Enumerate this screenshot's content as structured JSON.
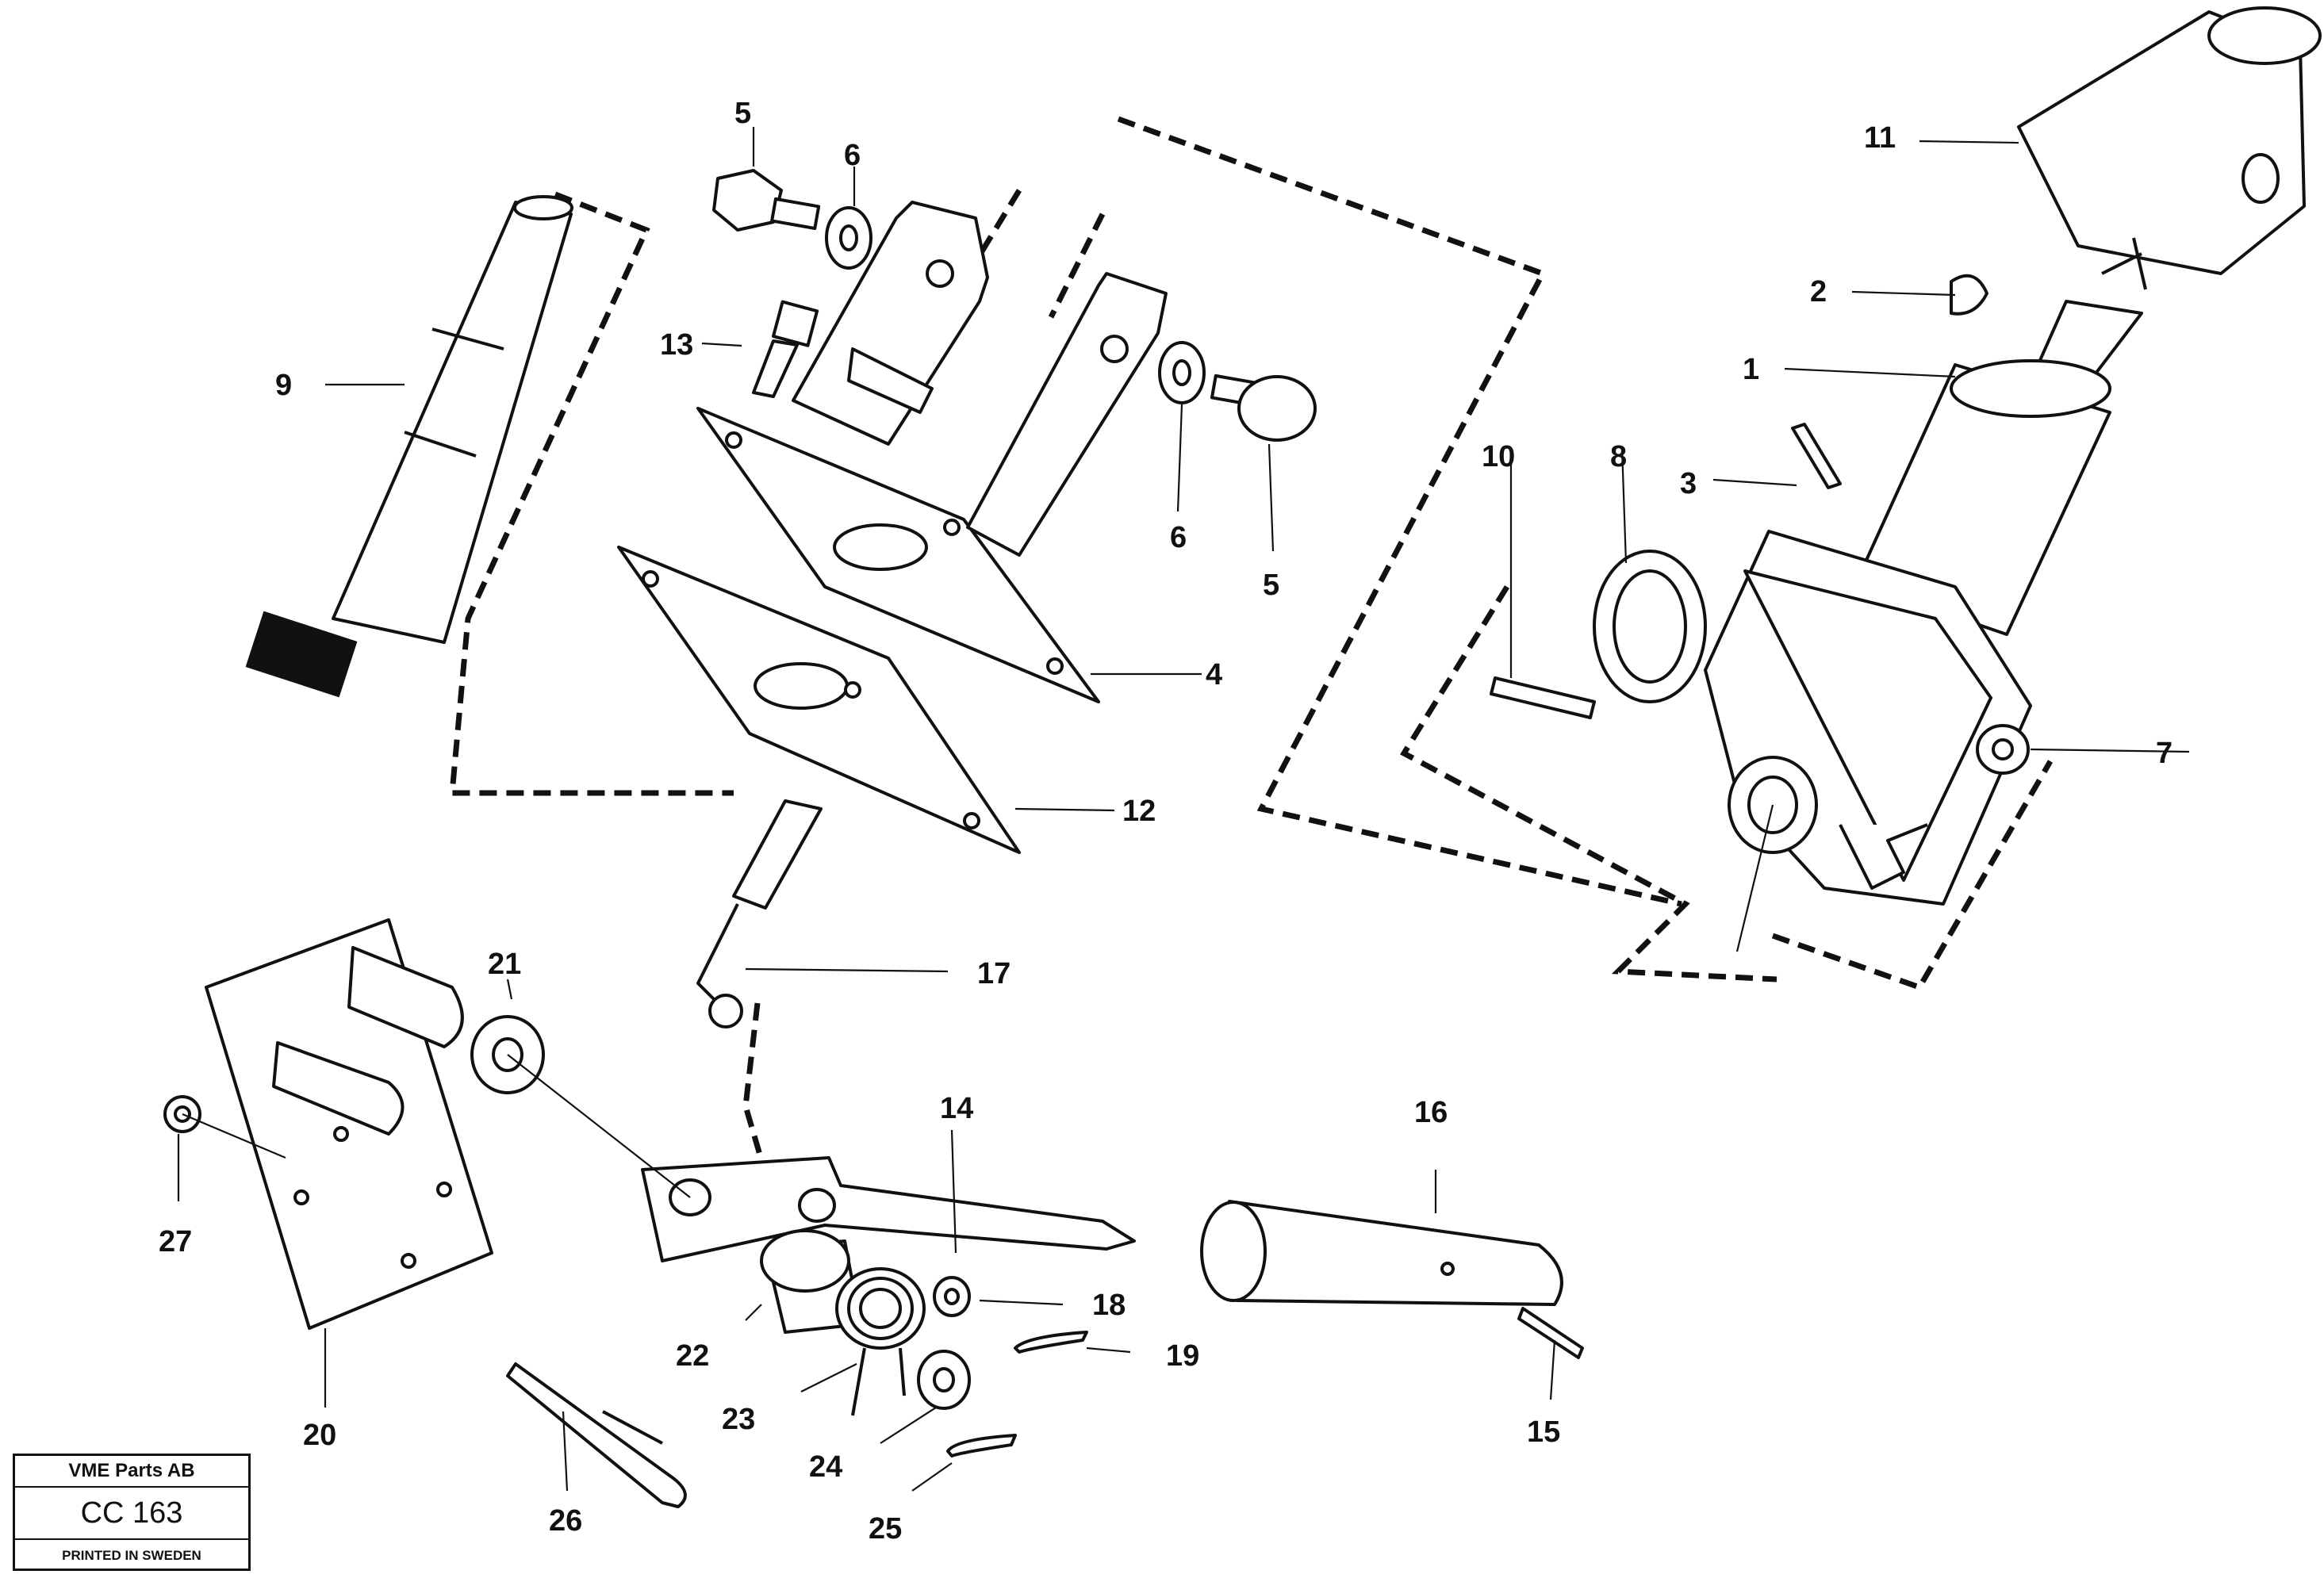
{
  "drawing": {
    "labels": {
      "l1": "1",
      "l2": "2",
      "l3": "3",
      "l4": "4",
      "l5a": "5",
      "l5b": "5",
      "l6a": "6",
      "l6b": "6",
      "l7": "7",
      "l8": "8",
      "l9": "9",
      "l10": "10",
      "l11": "11",
      "l12": "12",
      "l13": "13",
      "l14": "14",
      "l15": "15",
      "l16": "16",
      "l17": "17",
      "l18": "18",
      "l19": "19",
      "l20": "20",
      "l21": "21",
      "l22": "22",
      "l23": "23",
      "l24": "24",
      "l25": "25",
      "l26": "26",
      "l27": "27"
    }
  },
  "title_block": {
    "company": "VME Parts AB",
    "code": "CC 163",
    "printed": "PRINTED IN SWEDEN"
  }
}
